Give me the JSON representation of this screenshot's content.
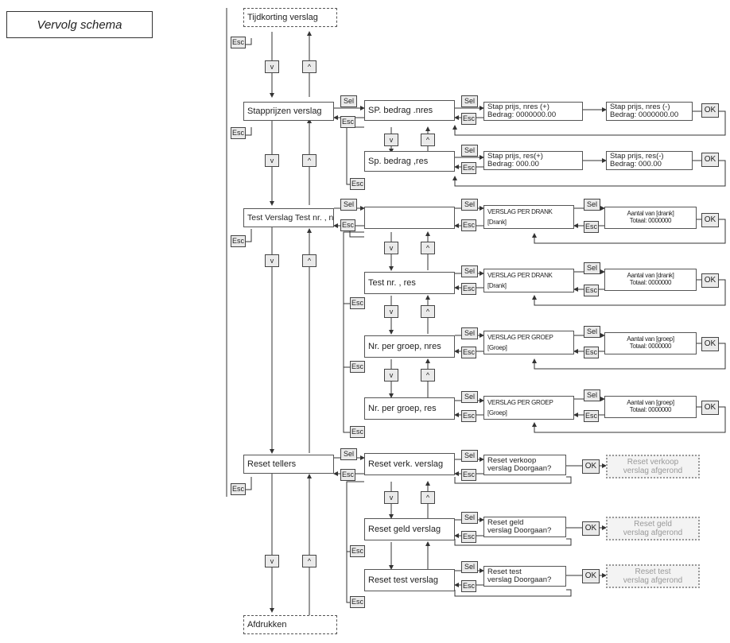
{
  "header": {
    "title": "Vervolg schema"
  },
  "keys": {
    "esc": "Esc",
    "sel": "Sel",
    "ok": "OK",
    "down": "v",
    "up": "^"
  },
  "main_menu": {
    "top": "Tijdkorting verslag",
    "stapprijzen": "Stapprijzen verslag",
    "test": "Test Verslag Test nr. , nres",
    "reset": "Reset tellers",
    "bottom": "Afdrukken"
  },
  "stapprijzen": {
    "nres_menu": "SP. bedrag .nres",
    "res_menu": "Sp. bedrag ,res",
    "nres_plus": [
      "Stap prijs, nres (+)",
      "Bedrag: 0000000.00"
    ],
    "nres_minus": [
      "Stap prijs, nres (-)",
      "Bedrag: 0000000.00"
    ],
    "res_plus": [
      "Stap prijs, res(+)",
      "Bedrag: 000.00"
    ],
    "res_minus": [
      "Stap prijs, res(-)",
      "Bedrag: 000.00"
    ]
  },
  "test": {
    "menu2": "Test nr. , res",
    "menu3": "Nr. per groep, nres",
    "menu4": "Nr. per groep, res",
    "rows": [
      {
        "select": [
          "VERSLAG PER DRANK",
          "[Drank]"
        ],
        "result": [
          "Aantal van [drank]",
          "Totaal: 0000000"
        ]
      },
      {
        "select": [
          "VERSLAG PER DRANK",
          "[Drank]"
        ],
        "result": [
          "Aantal van [drank]",
          "Totaal: 0000000"
        ]
      },
      {
        "select": [
          "VERSLAG PER GROEP",
          "[Groep]"
        ],
        "result": [
          "Aantal van [groep]",
          "Totaal: 0000000"
        ]
      },
      {
        "select": [
          "VERSLAG PER GROEP",
          "[Groep]"
        ],
        "result": [
          "Aantal van [groep]",
          "Totaal: 0000000"
        ]
      }
    ]
  },
  "reset": {
    "rows": [
      {
        "menu": "Reset verk. verslag",
        "confirm": [
          "Reset verkoop",
          "verslag Doorgaan?"
        ],
        "done": [
          "Reset verkoop",
          "verslag afgerond"
        ]
      },
      {
        "menu": "Reset geld verslag",
        "confirm": [
          "Reset geld",
          "verslag Doorgaan?"
        ],
        "done": [
          "Reset geld",
          "verslag afgerond"
        ]
      },
      {
        "menu": "Reset test verslag",
        "confirm": [
          "Reset test",
          "verslag Doorgaan?"
        ],
        "done": [
          "Reset test",
          "verslag afgerond"
        ]
      }
    ]
  }
}
